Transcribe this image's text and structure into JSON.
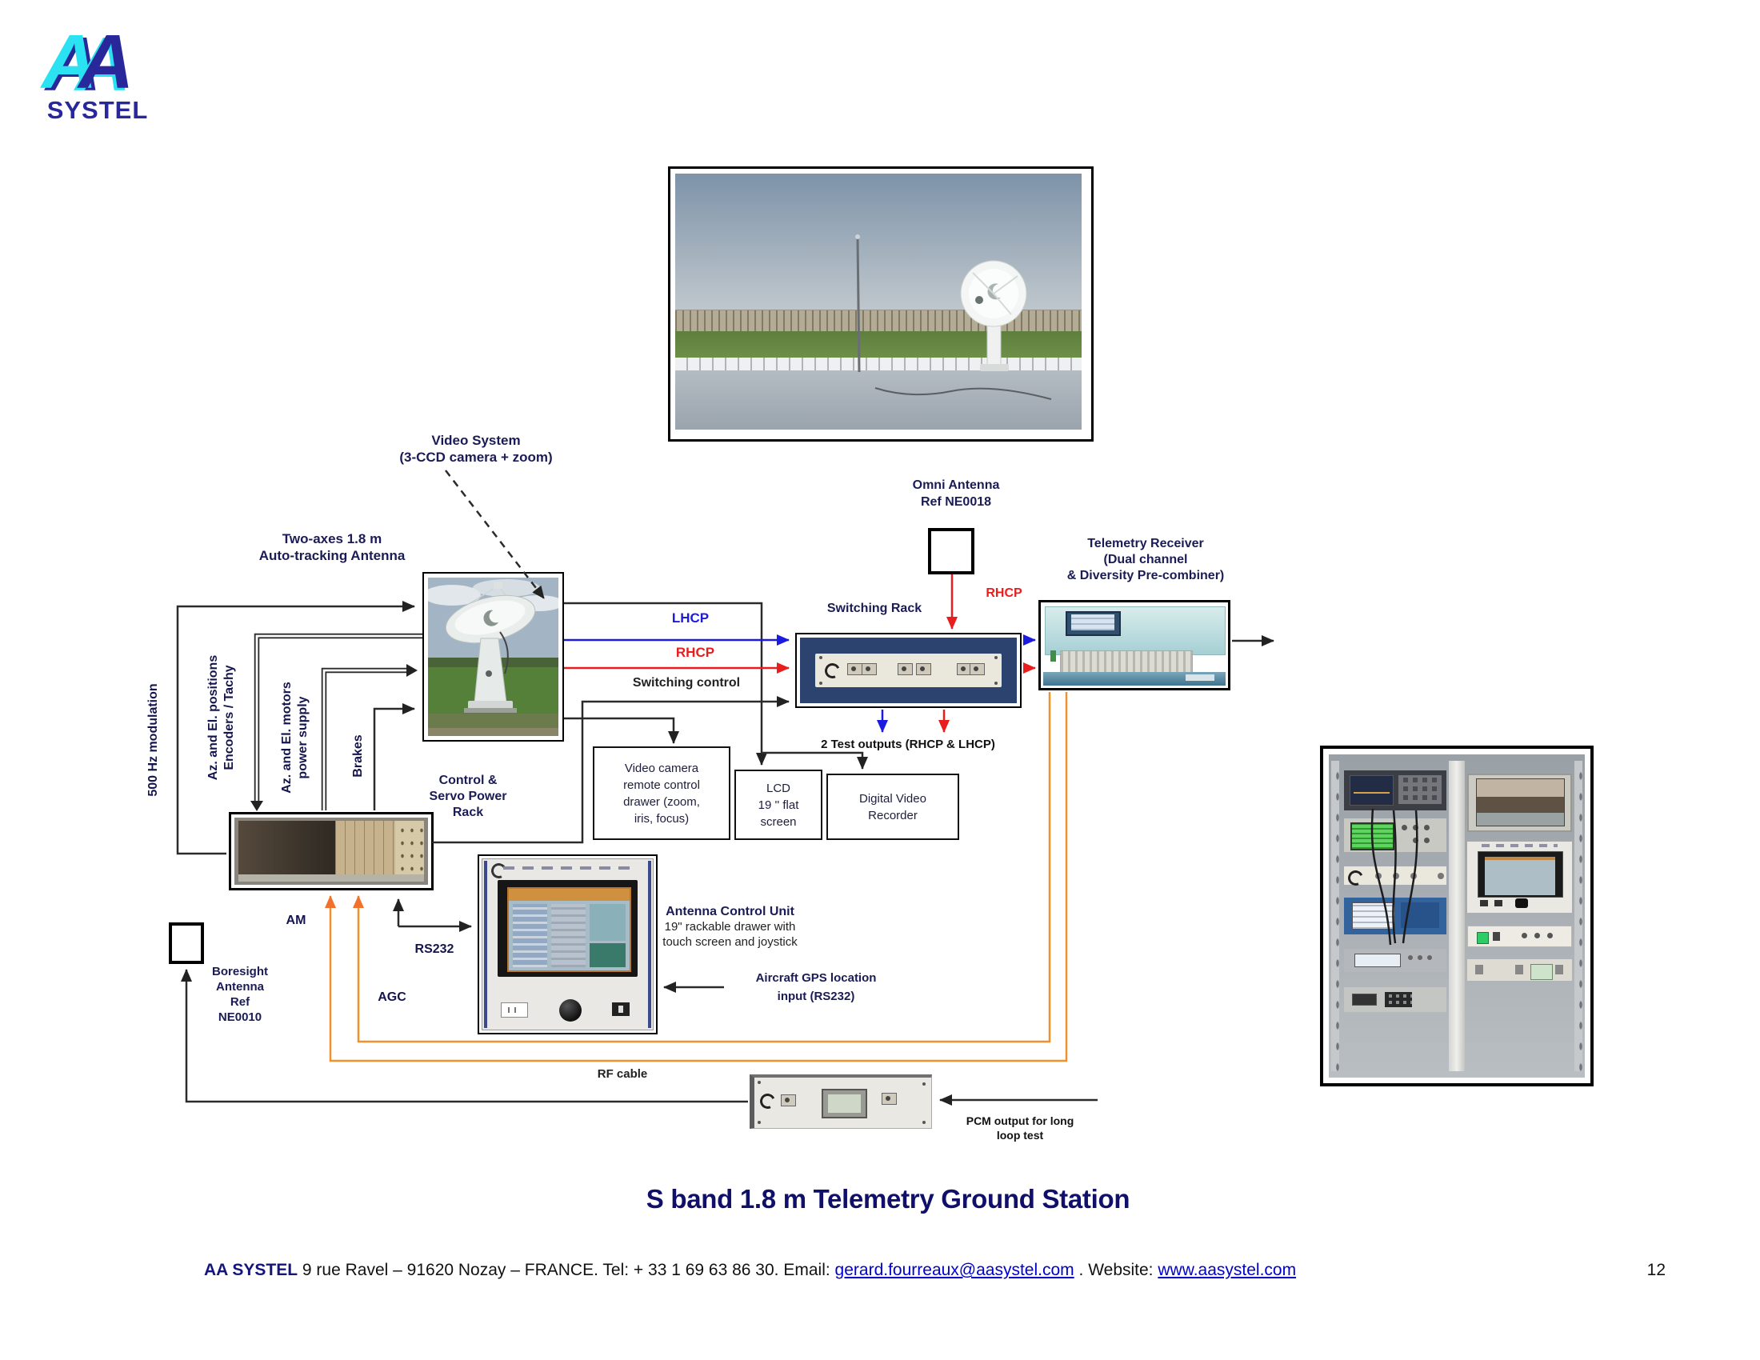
{
  "page": {
    "title": "S band 1.8 m Telemetry Ground Station",
    "page_number": "12"
  },
  "logo": {
    "letter_a": "A",
    "name": "SYSTEL"
  },
  "footer": {
    "company": "AA SYSTEL",
    "address": "9 rue Ravel – 91620 Nozay – FRANCE.",
    "tel": "Tel: + 33 1 69 63 86 30.",
    "email_label": "Email:",
    "email": "gerard.fourreaux@aasystel.com",
    "dot": ".",
    "website_label": "Website:",
    "website": "www.aasystel.com"
  },
  "diagram": {
    "video_system_1": "Video System",
    "video_system_2": "(3-CCD camera + zoom)",
    "tracking_1": "Two-axes 1.8 m",
    "tracking_2": "Auto-tracking Antenna",
    "omni_1": "Omni Antenna",
    "omni_2": "Ref NE0018",
    "receiver_1": "Telemetry Receiver",
    "receiver_2": "(Dual channel",
    "receiver_3": "& Diversity Pre-combiner)",
    "switching_rack": "Switching Rack",
    "lhcp": "LHCP",
    "rhcp": "RHCP",
    "rhcp_omni": "RHCP",
    "switching_control": "Switching control",
    "test_outputs": "2 Test outputs (RHCP & LHCP)",
    "drawer_1": "Video camera",
    "drawer_2": "remote control",
    "drawer_3": "drawer (zoom,",
    "drawer_4": "iris, focus)",
    "lcd_1": "LCD",
    "lcd_2": "19 '' flat",
    "lcd_3": "screen",
    "dvr_1": "Digital Video",
    "dvr_2": "Recorder",
    "servo_1": "Control &",
    "servo_2": "Servo Power",
    "servo_3": "Rack",
    "mod_500hz": "500 Hz modulation",
    "encoders_1": "Az. and El. positions",
    "encoders_2": "Encoders / Tachy",
    "motors_1": "Az. and El. motors",
    "motors_2": "power supply",
    "brakes": "Brakes",
    "am": "AM",
    "agc": "AGC",
    "rs232": "RS232",
    "acu_1": "Antenna Control Unit",
    "acu_2": "19\" rackable drawer with",
    "acu_3": "touch screen and joystick",
    "gps_1": "Aircraft GPS location",
    "gps_2": "input (RS232)",
    "boresight_1": "Boresight",
    "boresight_2": "Antenna",
    "boresight_3": "Ref",
    "boresight_4": "NE0010",
    "rf_cable": "RF cable",
    "pcm_1": "PCM output for long",
    "pcm_2": "loop test"
  },
  "colors": {
    "navy": "#1b1b55",
    "lhcp_blue": "#1b1be0",
    "rhcp_red": "#e81e1e",
    "orange": "#f0922c",
    "link_blue": "#0000cc",
    "logo_cyan": "#2be2f2",
    "logo_navy": "#28289a"
  }
}
